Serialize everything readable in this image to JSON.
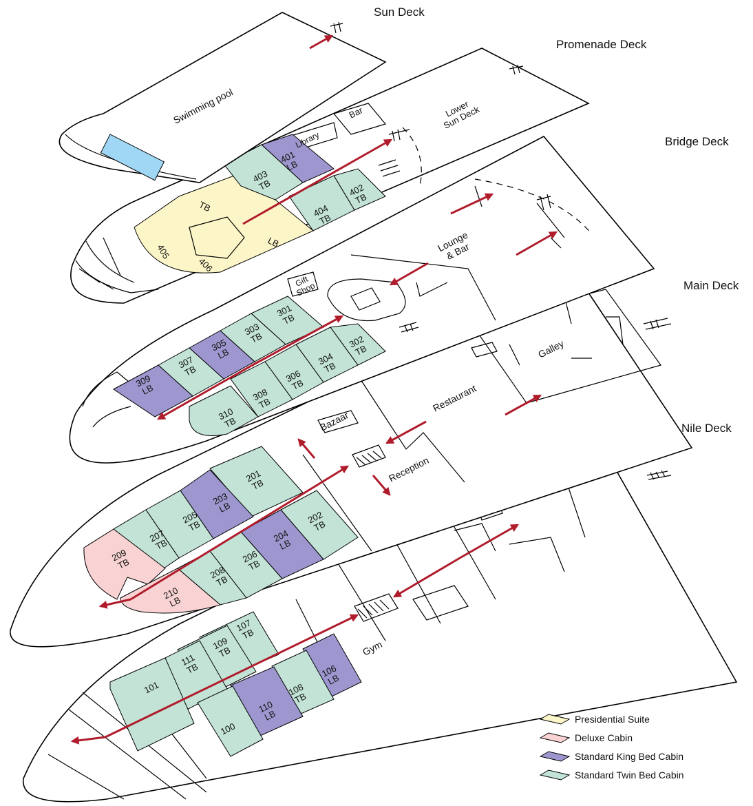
{
  "decks": [
    {
      "id": "sun",
      "title": "Sun Deck"
    },
    {
      "id": "promenade",
      "title": "Promenade Deck"
    },
    {
      "id": "bridge",
      "title": "Bridge Deck"
    },
    {
      "id": "main",
      "title": "Main Deck"
    },
    {
      "id": "nile",
      "title": "Nile Deck"
    }
  ],
  "areas": {
    "swimming_pool": "Swimming pool",
    "lower_sun_deck_1": "Lower",
    "lower_sun_deck_2": "Sun Deck",
    "bar": "Bar",
    "library": "Library",
    "lounge_1": "Lounge",
    "lounge_2": "& Bar",
    "gift_1": "Gift",
    "gift_2": "Shop",
    "galley": "Galley",
    "restaurant": "Restaurant",
    "bazaar": "Bazaar",
    "reception": "Reception",
    "gym": "Gym",
    "suite_tb": "TB",
    "suite_lb": "LB"
  },
  "cabins": {
    "promenade": [
      {
        "number": "401",
        "type": "LB",
        "category": "king"
      },
      {
        "number": "403",
        "type": "TB",
        "category": "twin"
      },
      {
        "number": "402",
        "type": "TB",
        "category": "twin"
      },
      {
        "number": "404",
        "type": "TB",
        "category": "twin"
      },
      {
        "number": "405",
        "type": "",
        "category": "suite"
      },
      {
        "number": "406",
        "type": "",
        "category": "suite"
      }
    ],
    "bridge": [
      {
        "number": "301",
        "type": "TB",
        "category": "twin"
      },
      {
        "number": "303",
        "type": "TB",
        "category": "twin"
      },
      {
        "number": "305",
        "type": "LB",
        "category": "king"
      },
      {
        "number": "307",
        "type": "TB",
        "category": "twin"
      },
      {
        "number": "309",
        "type": "LB",
        "category": "king"
      },
      {
        "number": "302",
        "type": "TB",
        "category": "twin"
      },
      {
        "number": "304",
        "type": "TB",
        "category": "twin"
      },
      {
        "number": "306",
        "type": "TB",
        "category": "twin"
      },
      {
        "number": "308",
        "type": "TB",
        "category": "twin"
      },
      {
        "number": "310",
        "type": "TB",
        "category": "twin"
      }
    ],
    "main": [
      {
        "number": "201",
        "type": "TB",
        "category": "twin"
      },
      {
        "number": "203",
        "type": "LB",
        "category": "king"
      },
      {
        "number": "205",
        "type": "TB",
        "category": "twin"
      },
      {
        "number": "207",
        "type": "TB",
        "category": "twin"
      },
      {
        "number": "209",
        "type": "TB",
        "category": "deluxe"
      },
      {
        "number": "202",
        "type": "TB",
        "category": "twin"
      },
      {
        "number": "204",
        "type": "LB",
        "category": "king"
      },
      {
        "number": "206",
        "type": "TB",
        "category": "twin"
      },
      {
        "number": "208",
        "type": "TB",
        "category": "twin"
      },
      {
        "number": "210",
        "type": "LB",
        "category": "deluxe"
      }
    ],
    "nile": [
      {
        "number": "107",
        "type": "TB",
        "category": "twin"
      },
      {
        "number": "109",
        "type": "TB",
        "category": "twin"
      },
      {
        "number": "111",
        "type": "TB",
        "category": "twin"
      },
      {
        "number": "101",
        "type": "",
        "category": "twin"
      },
      {
        "number": "106",
        "type": "LB",
        "category": "king"
      },
      {
        "number": "108",
        "type": "TB",
        "category": "twin"
      },
      {
        "number": "110",
        "type": "LB",
        "category": "king"
      },
      {
        "number": "100",
        "type": "",
        "category": "twin"
      }
    ]
  },
  "legend": [
    {
      "label": "Presidential Suite",
      "color": "#fcf5c7"
    },
    {
      "label": "Deluxe Cabin",
      "color": "#f9d3d3"
    },
    {
      "label": "Standard King Bed Cabin",
      "color": "#9e97cf"
    },
    {
      "label": "Standard Twin Bed Cabin",
      "color": "#c2e3d6"
    }
  ],
  "colors": {
    "suite": "#fcf5c7",
    "deluxe": "#f9d3d3",
    "king": "#9e97cf",
    "twin": "#c2e3d6",
    "pool": "#9fd7f5",
    "arrow": "#b01c2c"
  }
}
